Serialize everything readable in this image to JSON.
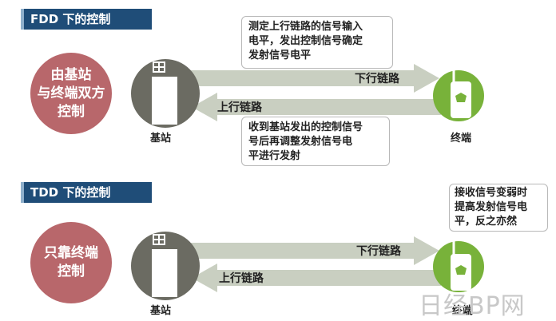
{
  "fdd": {
    "title": "FDD 下的控制",
    "circle_label": "由基站\n与终端双方\n控制",
    "downlink_label": "下行链路",
    "uplink_label": "上行链路",
    "callout_top": "测定上行链路的信号输入\n电平，发出控制信号确定\n发射信号电平",
    "callout_bottom": "收到基站发出的控制信号\n号后再调整发射信号电\n平进行发射",
    "base_station_label": "基站",
    "terminal_label": "终端"
  },
  "tdd": {
    "title": "TDD 下的控制",
    "circle_label": "只靠终端\n控制",
    "downlink_label": "下行链路",
    "uplink_label": "上行链路",
    "callout": "接收信号变弱时\n提高发射信号电\n平，反之亦然",
    "base_station_label": "基站",
    "terminal_label": "终端"
  },
  "watermark": "日经BP网",
  "colors": {
    "title_bar": "#1f4d78",
    "circle": "#b8676b",
    "base_station": "#6b6b62",
    "terminal": "#78b23a",
    "arrow": "#c9cfc1"
  }
}
